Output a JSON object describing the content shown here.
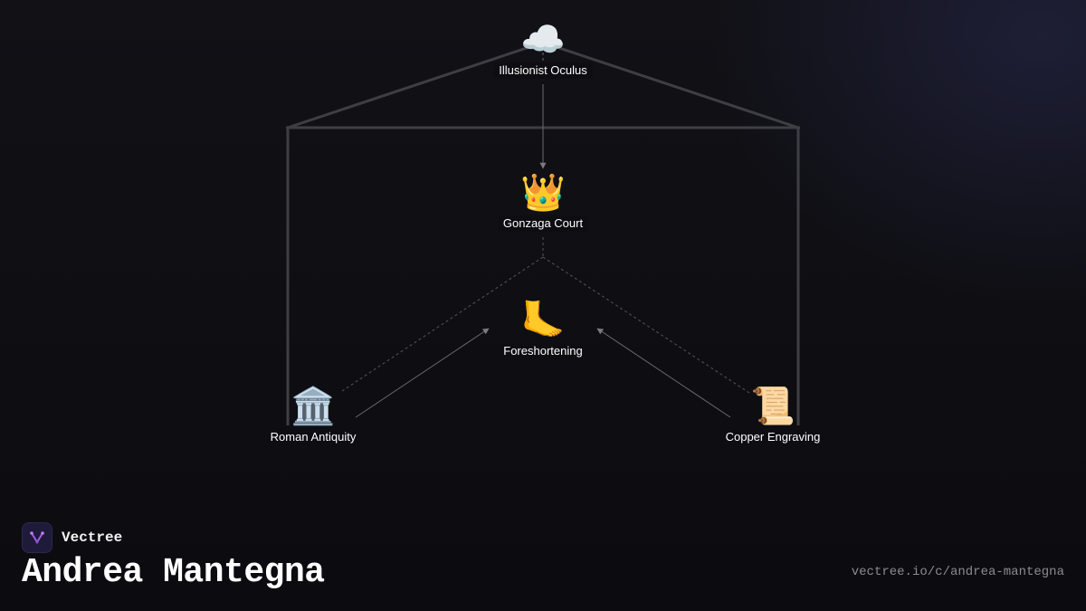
{
  "nodes": {
    "oculus": {
      "icon": "cloud-icon",
      "emoji": "☁️",
      "label": "Illusionist Oculus"
    },
    "court": {
      "icon": "crown-icon",
      "emoji": "👑",
      "label": "Gonzaga Court"
    },
    "foreshortening": {
      "icon": "foot-icon",
      "emoji": "🦶",
      "label": "Foreshortening"
    },
    "antiquity": {
      "icon": "classical-building-icon",
      "emoji": "🏛️",
      "label": "Roman Antiquity"
    },
    "engraving": {
      "icon": "scroll-icon",
      "emoji": "📜",
      "label": "Copper Engraving"
    }
  },
  "footer": {
    "brand": "Vectree",
    "title": "Andrea Mantegna",
    "url": "vectree.io/c/andrea-mantegna"
  },
  "colors": {
    "background": "#0d0d11",
    "frame": "#3e3e44",
    "edge": "#6a6a70",
    "logo_accent": "#a25ee0"
  }
}
